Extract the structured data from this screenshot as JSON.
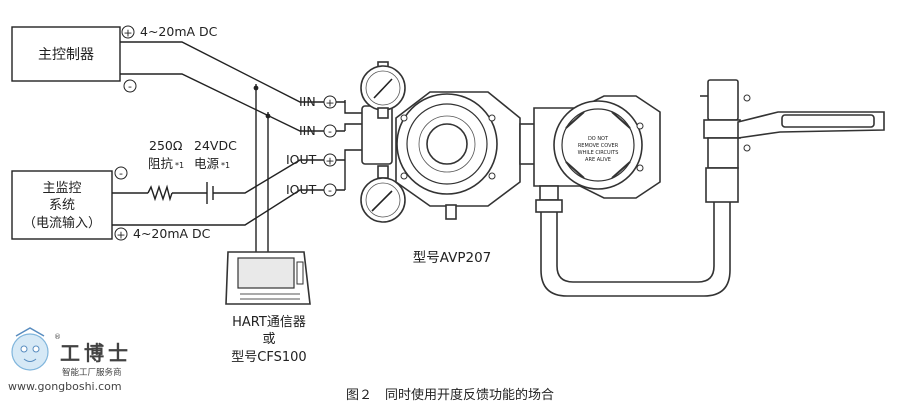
{
  "boxes": {
    "main_controller": "主控制器",
    "main_monitor_line1": "主监控",
    "main_monitor_line2": "系统",
    "main_monitor_line3": "（电流输入）"
  },
  "signals": {
    "top": "4~20mA DC",
    "bottom": "4~20mA DC"
  },
  "resistor": {
    "value": "250Ω",
    "name": "阻抗",
    "note": "*1"
  },
  "power": {
    "value": "24VDC",
    "name": "电源",
    "note": "*1"
  },
  "terminals": [
    "IIN",
    "IIN",
    "IOUT",
    "IOUT"
  ],
  "terminal_signs": {
    "plus": "+",
    "minus": "-"
  },
  "device_label": "型号AVP207",
  "device_plate": {
    "line1": "DO NOT",
    "line2": "REMOVE COVER",
    "line3": "WHILE CIRCUITS",
    "line4": "ARE ALIVE"
  },
  "communicator": {
    "line1": "HART通信器",
    "line2": "或",
    "line3": "型号CFS100"
  },
  "caption": "图２　同时使用开度反馈功能的场合",
  "watermark": {
    "brand": "工博士",
    "subtitle": "智能工厂服务商",
    "url": "www.gongboshi.com",
    "reg": "®"
  }
}
